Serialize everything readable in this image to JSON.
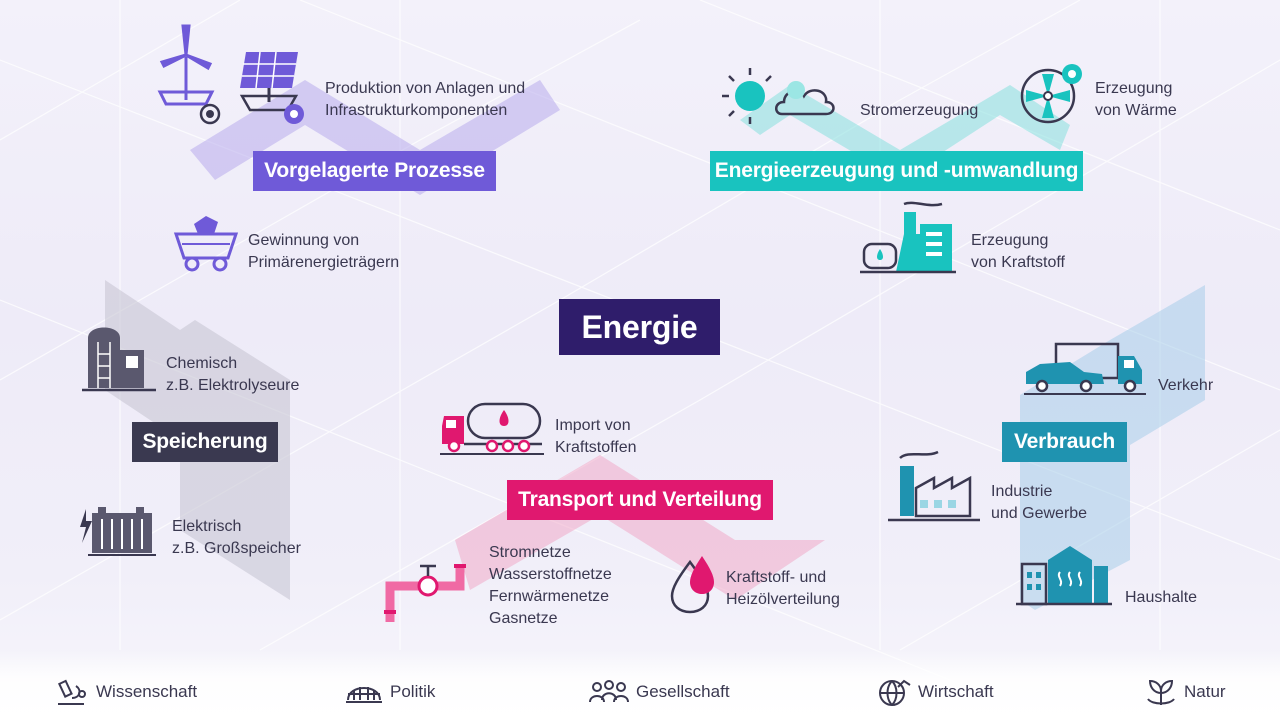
{
  "center": {
    "title": "Energie"
  },
  "groups": {
    "upstream": {
      "title": "Vorgelagerte Prozesse",
      "color": "#6f5ad8"
    },
    "generation": {
      "title": "Energieerzeugung und -umwandlung",
      "color": "#19c3bf"
    },
    "storage": {
      "title": "Speicherung",
      "color": "#3a3950"
    },
    "consumption": {
      "title": "Verbrauch",
      "color": "#1f93b0"
    },
    "transport": {
      "title": "Transport und Verteilung",
      "color": "#e0186f"
    }
  },
  "items": {
    "production": [
      "Produktion von Anlagen und",
      "Infrastrukturkomponenten"
    ],
    "extraction": [
      "Gewinnung von",
      "Primärenergieträgern"
    ],
    "power": [
      "Stromerzeugung"
    ],
    "heat": [
      "Erzeugung",
      "von Wärme"
    ],
    "fuel_production": [
      "Erzeugung",
      "von Kraftstoff"
    ],
    "chemical": [
      "Chemisch",
      "z.B. Elektrolyseure"
    ],
    "electric": [
      "Elektrisch",
      "z.B. Großspeicher"
    ],
    "import": [
      "Import von",
      "Kraftstoffen"
    ],
    "grids": [
      "Stromnetze",
      "Wasserstoffnetze",
      "Fernwärmenetze",
      "Gasnetze"
    ],
    "fuel_distribution": [
      "Kraftstoff- und",
      "Heizölverteilung"
    ],
    "traffic": [
      "Verkehr"
    ],
    "industry": [
      "Industrie",
      "und Gewerbe"
    ],
    "households": [
      "Haushalte"
    ]
  },
  "footer": [
    "Wissenschaft",
    "Politik",
    "Gesellschaft",
    "Wirtschaft",
    "Natur"
  ]
}
